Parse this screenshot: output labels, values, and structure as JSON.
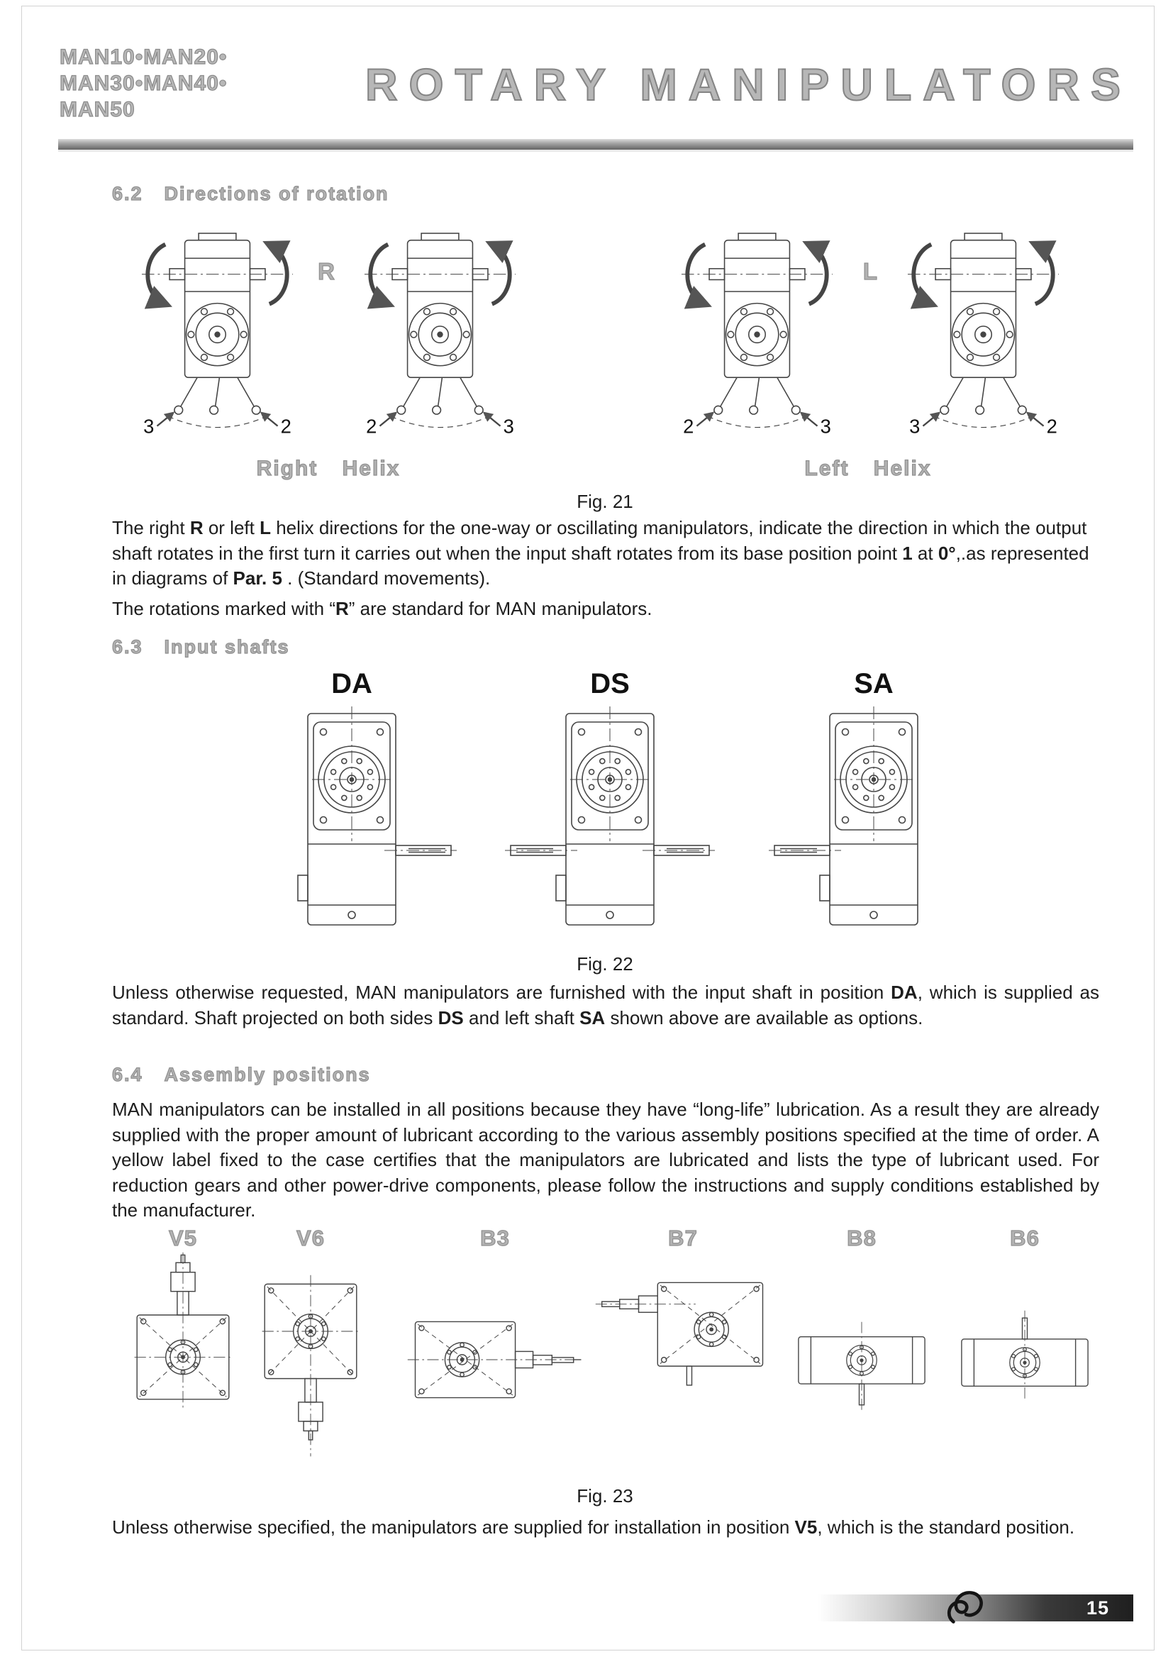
{
  "page": {
    "number": "15"
  },
  "header": {
    "models": [
      "MAN10•MAN20•",
      "MAN30•MAN40•",
      "MAN50"
    ],
    "title": "ROTARY MANIPULATORS"
  },
  "sections": {
    "directions": {
      "number": "6.2",
      "title": "Directions of rotation",
      "para1": [
        {
          "t": "The right "
        },
        {
          "t": "R",
          "b": true
        },
        {
          "t": " or left "
        },
        {
          "t": "L",
          "b": true
        },
        {
          "t": " helix directions for the one-way or oscillating manipulators, indicate the direction in which the output shaft rotates in the first turn it carries out when the input shaft rotates from its base position point "
        },
        {
          "t": "1",
          "b": true
        },
        {
          "t": " at "
        },
        {
          "t": "0°",
          "b": true
        },
        {
          "t": ",.as represented in diagrams of "
        },
        {
          "t": "Par. 5",
          "b": true
        },
        {
          "t": " . (Standard movements)."
        }
      ],
      "para2": [
        {
          "t": "The rotations marked with “"
        },
        {
          "t": "R",
          "b": true
        },
        {
          "t": "” are standard for MAN manipulators."
        }
      ]
    },
    "input_shafts": {
      "number": "6.3",
      "title": "Input shafts",
      "para": [
        {
          "t": "Unless otherwise requested, MAN manipulators are furnished with the input shaft in position "
        },
        {
          "t": "DA",
          "b": true
        },
        {
          "t": ", which is supplied as standard. Shaft projected on both sides "
        },
        {
          "t": "DS",
          "b": true
        },
        {
          "t": " and left shaft "
        },
        {
          "t": "SA",
          "b": true
        },
        {
          "t": " shown above are available as options."
        }
      ]
    },
    "assembly": {
      "number": "6.4",
      "title": "Assembly positions",
      "para1": "MAN manipulators can be installed in all positions because they have “long-life” lubrication. As a result they are already supplied with the proper amount of lubricant according to the various assembly positions specified at the time of order. A yellow label fixed to the case certifies that the manipulators are lubricated and lists the type of lubricant used. For reduction gears and other power-drive components, please follow the instructions and supply conditions established by the manufacturer.",
      "para2": [
        {
          "t": "Unless otherwise specified, the manipulators are supplied for installation in position "
        },
        {
          "t": "V5",
          "b": true
        },
        {
          "t": ", which is the standard position."
        }
      ]
    }
  },
  "figures": {
    "fig21": {
      "caption": "Fig. 21",
      "rotation_right_label": "R",
      "rotation_left_label": "L",
      "right_helix_label": "Right Helix",
      "left_helix_label": "Left Helix",
      "drawings": [
        {
          "left_point": "3",
          "right_point": "2"
        },
        {
          "left_point": "2",
          "right_point": "3"
        },
        {
          "left_point": "2",
          "right_point": "3"
        },
        {
          "left_point": "3",
          "right_point": "2"
        }
      ]
    },
    "fig22": {
      "caption": "Fig. 22",
      "variants": [
        "DA",
        "DS",
        "SA"
      ]
    },
    "fig23": {
      "caption": "Fig. 23",
      "positions": [
        "V5",
        "V6",
        "B3",
        "B7",
        "B8",
        "B6"
      ]
    }
  }
}
